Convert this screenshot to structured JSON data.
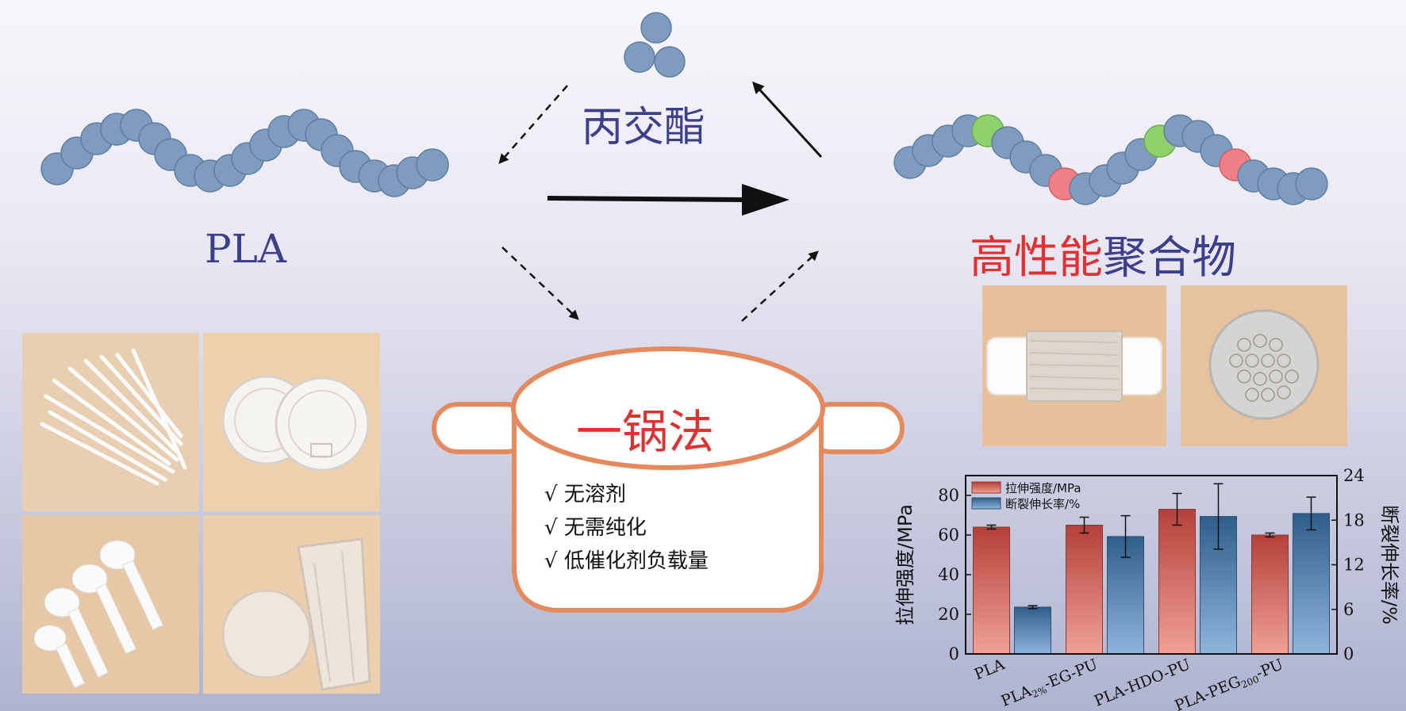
{
  "labels": {
    "pla": "PLA",
    "lactide": "丙交酯",
    "product_part1": "高性能",
    "product_part2": "聚合物",
    "pot": "一锅法"
  },
  "checklist": [
    {
      "mark": "√",
      "text": "无溶剂"
    },
    {
      "mark": "√",
      "text": "无需纯化"
    },
    {
      "mark": "√",
      "text": "低催化剂负载量"
    }
  ],
  "colors": {
    "bead": "#7f9bbd",
    "bead_green": "#8fd16b",
    "bead_pink": "#f07f86",
    "pot": "#e58a5e",
    "label_blue": "#3b3f8c",
    "label_red": "#e0302f"
  },
  "chart_data": {
    "type": "bar",
    "categories": [
      "PLA",
      "PLA2%-EG-PU",
      "PLA-HDO-PU",
      "PLA-PEG200-PU"
    ],
    "category_labels": [
      {
        "main": "PLA",
        "sub": "",
        "rest": ""
      },
      {
        "main": "PLA",
        "sub": "2%",
        "rest": "-EG-PU"
      },
      {
        "main": "PLA-HDO-PU",
        "sub": "",
        "rest": ""
      },
      {
        "main": "PLA-PEG",
        "sub": "200",
        "rest": "-PU"
      }
    ],
    "series": [
      {
        "name": "拉伸强度/MPa",
        "axis": "left",
        "color": "#c9574a",
        "values": [
          64,
          65,
          73,
          60
        ],
        "errors": [
          1,
          4,
          8,
          1
        ]
      },
      {
        "name": "断裂伸长率/%",
        "axis": "right",
        "color": "#4a79a8",
        "values": [
          6.3,
          15.8,
          18.5,
          18.9
        ],
        "errors": [
          0.2,
          2.8,
          4.4,
          2.2
        ]
      }
    ],
    "ylabel_left": "拉伸强度/MPa",
    "ylabel_right": "断裂伸长率/%",
    "ylim_left": [
      0,
      90
    ],
    "ylim_right": [
      0,
      24
    ],
    "yticks_left": [
      "0",
      "20",
      "40",
      "60",
      "80"
    ],
    "yticks_right": [
      "0",
      "6",
      "12",
      "18",
      "24"
    ],
    "legend_position": "top-left"
  }
}
